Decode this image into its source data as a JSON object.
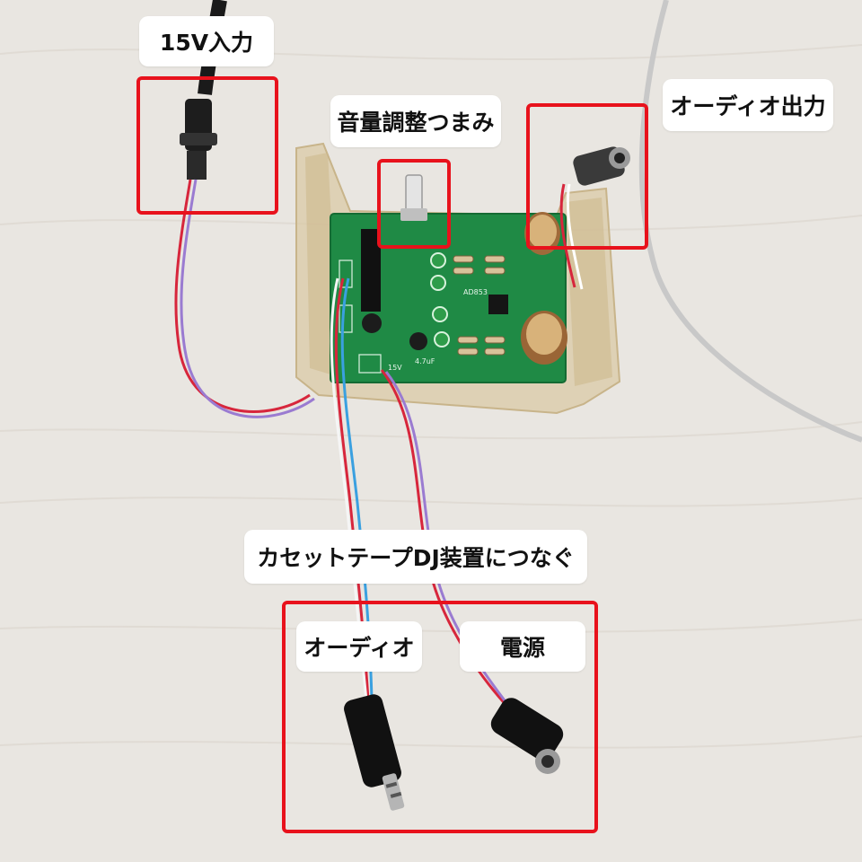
{
  "labels": {
    "input_15v": "15V入力",
    "volume_knob": "音量調整つまみ",
    "audio_out": "オーディオ出力",
    "connect_to": "カセットテープDJ装置につなぐ",
    "audio_plug": "オーディオ",
    "power_plug": "電源"
  },
  "pcb_text": {
    "chip": "AD853",
    "voltage": "15V",
    "cap": "4.7uF"
  },
  "colors": {
    "highlight": "#e8121c",
    "callout_bg": "#ffffff",
    "pcb": "#1f8a45",
    "table": "#e9e6e1"
  }
}
